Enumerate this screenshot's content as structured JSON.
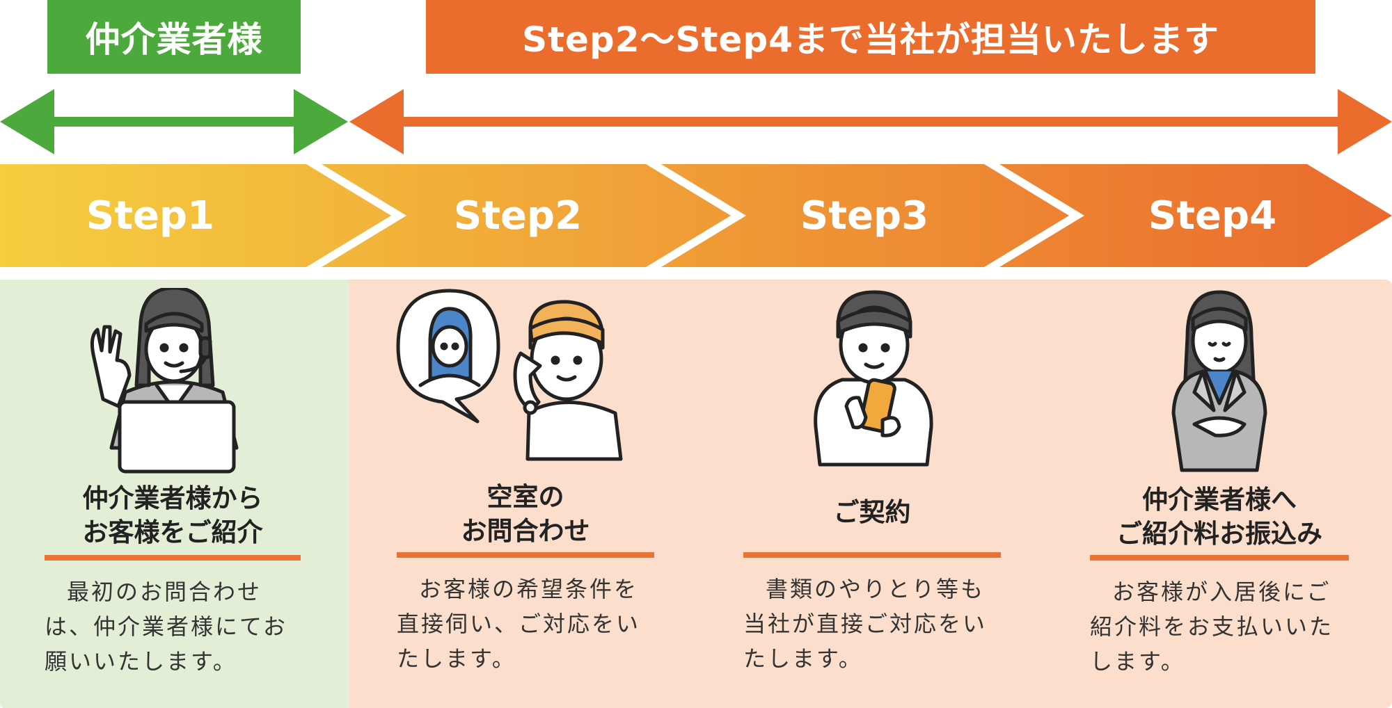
{
  "header": {
    "agent_label": "仲介業者様",
    "company_label": "Step2〜Step4まで当社が担当いたします"
  },
  "colors": {
    "agent_green": "#4caa3c",
    "company_orange": "#ea6d2e",
    "panel_green": "#e2eed6",
    "panel_peach": "#fbdfcc",
    "step_gradient_start": "#f5cf40",
    "step_gradient_end": "#ea6a2d"
  },
  "steps": [
    {
      "label": "Step1",
      "title": "仲介業者様から\nお客様をご紹介",
      "description": "最初のお問合わせは、仲介業者様にてお願いいたします。",
      "icon": "headset-operator-icon"
    },
    {
      "label": "Step2",
      "title": "空室の\nお問合わせ",
      "description": "お客様の希望条件を直接伺い、ご対応をいたします。",
      "icon": "phone-call-icon"
    },
    {
      "label": "Step3",
      "title": "ご契約",
      "description": "書類のやりとり等も当社が直接ご対応をいたします。",
      "icon": "smartphone-user-icon"
    },
    {
      "label": "Step4",
      "title": "仲介業者様へ\nご紹介料お振込み",
      "description": "お客様が入居後にご紹介料をお支払いいたします。",
      "icon": "bowing-businesswoman-icon"
    }
  ]
}
